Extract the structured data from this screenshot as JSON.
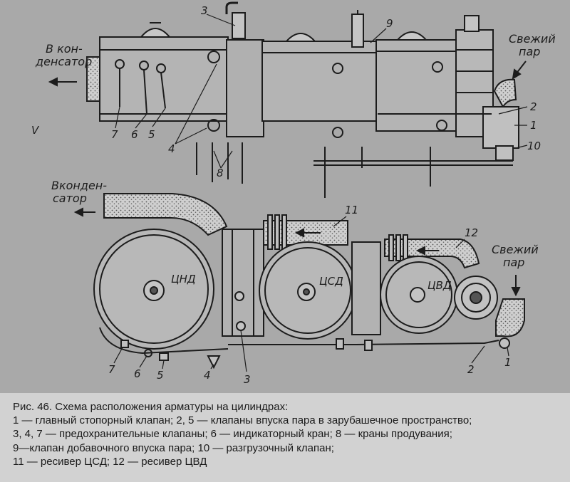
{
  "labels": {
    "top": {
      "to_condenser_1": "В кон-",
      "to_condenser_2": "денсатор",
      "fresh_steam_1": "Свежий",
      "fresh_steam_2": "пар",
      "n7": "7",
      "n6": "6",
      "n5": "5",
      "n4": "4",
      "n8": "8",
      "n3": "3",
      "n9": "9",
      "n2": "2",
      "n1": "1",
      "n10": "10",
      "mark": "V"
    },
    "bottom": {
      "to_condenser_1": "Вконден-",
      "to_condenser_2": "сатор",
      "fresh_steam_1": "Свежий",
      "fresh_steam_2": "пар",
      "lp": "ЦНД",
      "ip": "ЦСД",
      "hp": "ЦВД",
      "n11": "11",
      "n12": "12",
      "n7": "7",
      "n6": "6",
      "n5": "5",
      "n4": "4",
      "n3": "3",
      "n2": "2",
      "n1": "1"
    }
  },
  "caption": {
    "line1": "Рис. 46. Схема расположения арматуры на цилиндрах:",
    "line2": "1 — главный стопорный клапан; 2, 5 — клапаны впуска пара в зарубашечное пространство;",
    "line3": "3, 4, 7 — предохранительные клапаны; 6 — индикаторный кран; 8 — краны продувания;",
    "line4": "9—клапан добавочного впуска пара; 10 — разгрузочный клапан;",
    "line5": "11 — ресивер ЦСД; 12 — ресивер ЦВД"
  }
}
